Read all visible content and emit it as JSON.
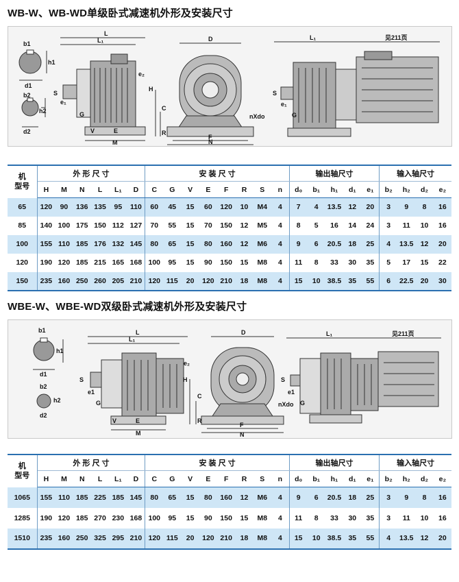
{
  "section1": {
    "title": "WB-W、WB-WD单级卧式减速机外形及安装尺寸",
    "drawing_labels": {
      "b1": "b1",
      "h1": "h1",
      "d1": "d1",
      "b2": "b2",
      "h2": "h2",
      "d2": "d2",
      "L": "L",
      "L1": "L₁",
      "D": "D",
      "S": "S",
      "e1": "e₁",
      "G": "G",
      "V": "V",
      "E": "E",
      "M": "M",
      "e2": "e₂",
      "H": "H",
      "C": "C",
      "R": "R",
      "F": "F",
      "N": "N",
      "nXdo": "nXdo",
      "see_page": "见211页"
    },
    "table": {
      "row_header": [
        "机",
        "型号"
      ],
      "groups": [
        "外 形 尺 寸",
        "安 装 尺 寸",
        "输出轴尺寸",
        "输入轴尺寸"
      ],
      "columns": [
        "H",
        "M",
        "N",
        "L",
        "L₁",
        "D",
        "C",
        "G",
        "V",
        "E",
        "F",
        "R",
        "S",
        "n",
        "d₀",
        "b₁",
        "h₁",
        "d₁",
        "e₁",
        "b₂",
        "h₂",
        "d₂",
        "e₂"
      ],
      "rows": [
        [
          "65",
          "120",
          "90",
          "136",
          "135",
          "95",
          "110",
          "60",
          "45",
          "15",
          "60",
          "120",
          "10",
          "M4",
          "4",
          "7",
          "4",
          "13.5",
          "12",
          "20",
          "3",
          "9",
          "8",
          "16"
        ],
        [
          "85",
          "140",
          "100",
          "175",
          "150",
          "112",
          "127",
          "70",
          "55",
          "15",
          "70",
          "150",
          "12",
          "M5",
          "4",
          "8",
          "5",
          "16",
          "14",
          "24",
          "3",
          "11",
          "10",
          "16"
        ],
        [
          "100",
          "155",
          "110",
          "185",
          "176",
          "132",
          "145",
          "80",
          "65",
          "15",
          "80",
          "160",
          "12",
          "M6",
          "4",
          "9",
          "6",
          "20.5",
          "18",
          "25",
          "4",
          "13.5",
          "12",
          "20"
        ],
        [
          "120",
          "190",
          "120",
          "185",
          "215",
          "165",
          "168",
          "100",
          "95",
          "15",
          "90",
          "150",
          "15",
          "M8",
          "4",
          "11",
          "8",
          "33",
          "30",
          "35",
          "5",
          "17",
          "15",
          "22"
        ],
        [
          "150",
          "235",
          "160",
          "250",
          "260",
          "205",
          "210",
          "120",
          "115",
          "20",
          "120",
          "210",
          "18",
          "M8",
          "4",
          "15",
          "10",
          "38.5",
          "35",
          "55",
          "6",
          "22.5",
          "20",
          "30"
        ]
      ]
    }
  },
  "section2": {
    "title": "WBE-W、WBE-WD双级卧式减速机外形及安装尺寸",
    "drawing_labels": {
      "b1": "b1",
      "h1": "h1",
      "d1": "d1",
      "b2": "b2",
      "h2": "h2",
      "d2": "d2",
      "L": "L",
      "L1": "L₁",
      "D": "D",
      "S": "S",
      "e1": "e1",
      "G": "G",
      "V": "V",
      "E": "E",
      "M": "M",
      "e2": "e₂",
      "H": "H",
      "C": "C",
      "R": "R",
      "F": "F",
      "N": "N",
      "nXdo": "nXdo",
      "see_page": "见211页"
    },
    "table": {
      "row_header": [
        "机",
        "型号"
      ],
      "groups": [
        "外 形 尺 寸",
        "安 装 尺 寸",
        "输出轴尺寸",
        "输入轴尺寸"
      ],
      "columns": [
        "H",
        "M",
        "N",
        "L",
        "L₁",
        "D",
        "C",
        "G",
        "V",
        "E",
        "F",
        "R",
        "S",
        "n",
        "d₀",
        "b₁",
        "h₁",
        "d₁",
        "e₁",
        "b₂",
        "h₂",
        "d₂",
        "e₂"
      ],
      "rows": [
        [
          "1065",
          "155",
          "110",
          "185",
          "225",
          "185",
          "145",
          "80",
          "65",
          "15",
          "80",
          "160",
          "12",
          "M6",
          "4",
          "9",
          "6",
          "20.5",
          "18",
          "25",
          "3",
          "9",
          "8",
          "16"
        ],
        [
          "1285",
          "190",
          "120",
          "185",
          "270",
          "230",
          "168",
          "100",
          "95",
          "15",
          "90",
          "150",
          "15",
          "M8",
          "4",
          "11",
          "8",
          "33",
          "30",
          "35",
          "3",
          "11",
          "10",
          "16"
        ],
        [
          "1510",
          "235",
          "160",
          "250",
          "325",
          "295",
          "210",
          "120",
          "115",
          "20",
          "120",
          "210",
          "18",
          "M8",
          "4",
          "15",
          "10",
          "38.5",
          "35",
          "55",
          "4",
          "13.5",
          "12",
          "20"
        ]
      ]
    }
  }
}
